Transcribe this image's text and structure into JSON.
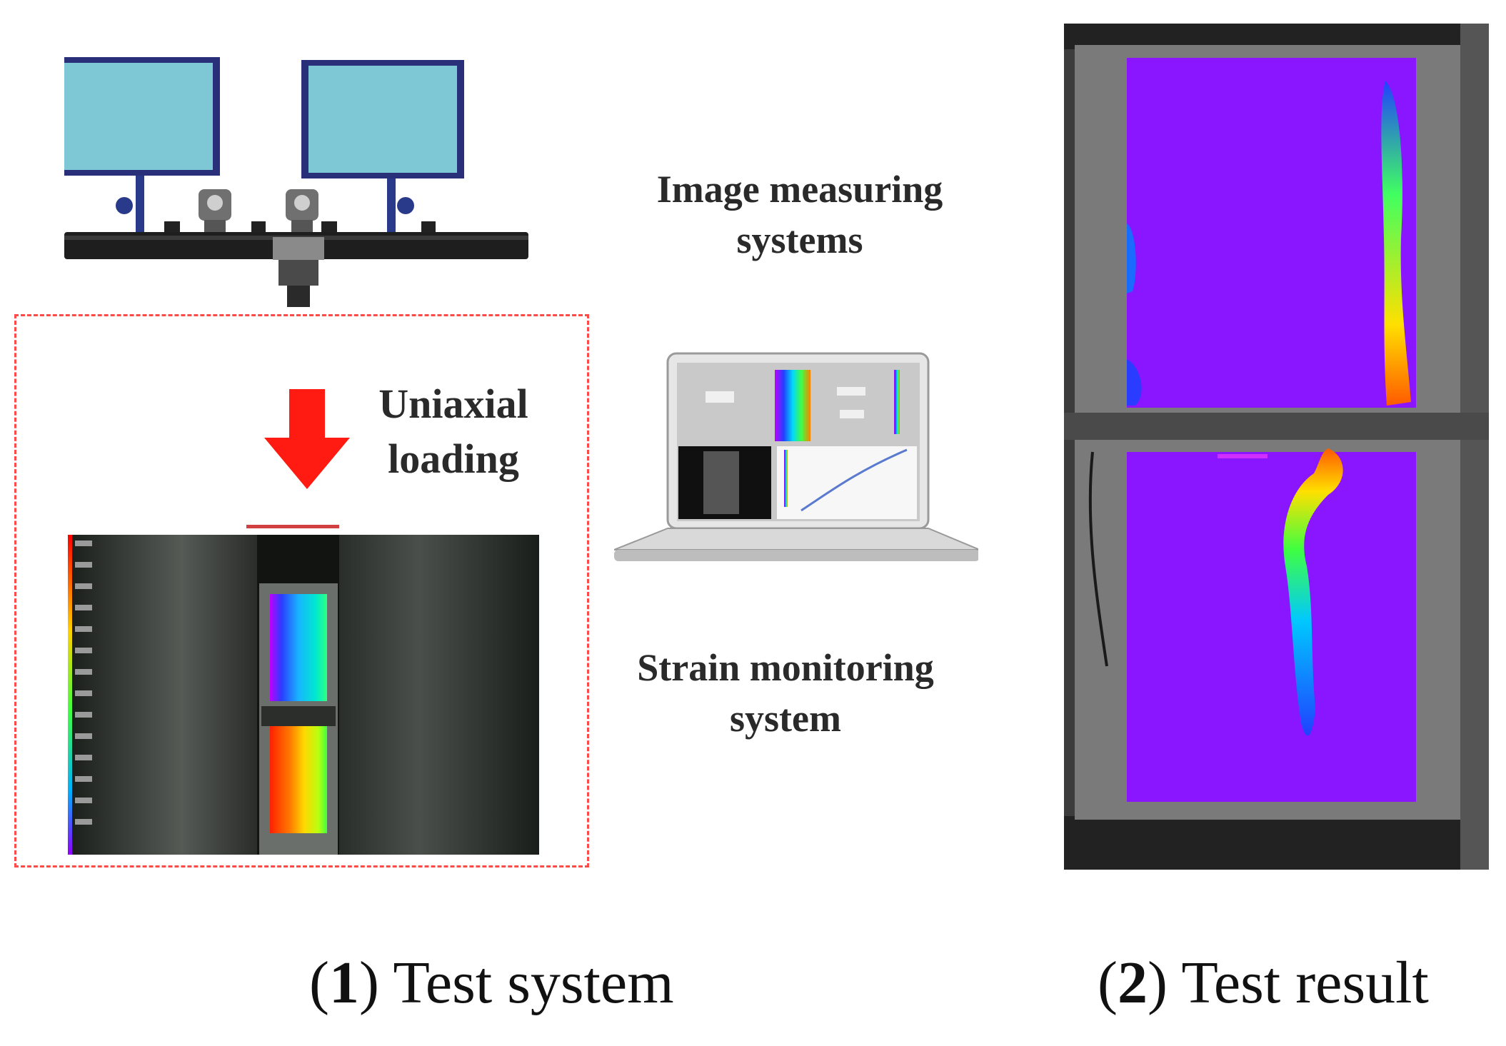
{
  "labels": {
    "image_measuring": [
      "Image measuring",
      "systems"
    ],
    "uniaxial": [
      "Uniaxial",
      "loading"
    ],
    "strain_monitoring": [
      "Strain monitoring",
      "system"
    ]
  },
  "captions": {
    "left": {
      "number": "1",
      "text": "Test system"
    },
    "right": {
      "number": "2",
      "text": "Test result"
    }
  },
  "colors": {
    "panel_blue": "#7ec8d6",
    "arrow_red": "#ff1a12",
    "dashed_border": "#ff4a4a",
    "result_purple": "#8a16ff"
  }
}
